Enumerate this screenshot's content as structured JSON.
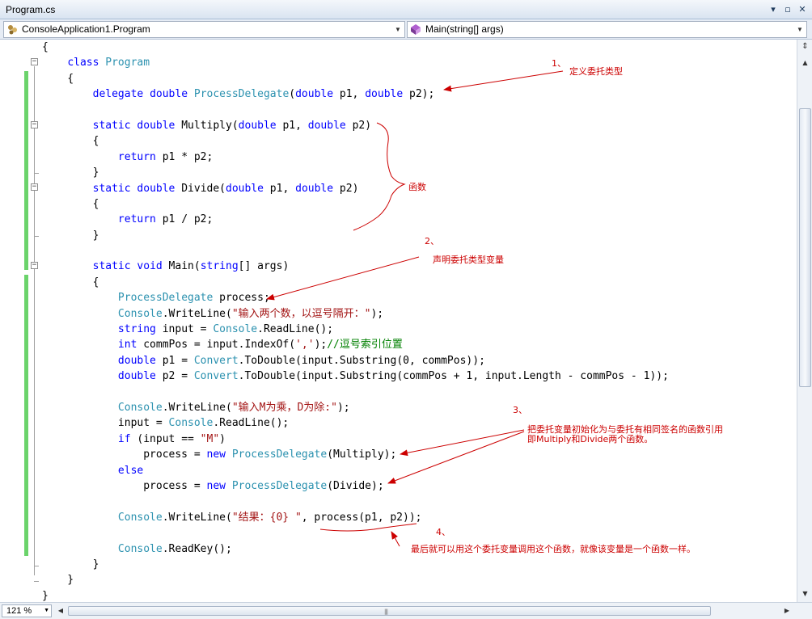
{
  "window": {
    "title": "Program.cs"
  },
  "navbar": {
    "type_combo": "ConsoleApplication1.Program",
    "member_combo": "Main(string[] args)"
  },
  "code_lines": [
    [
      [
        "t",
        "{"
      ]
    ],
    [
      [
        "t",
        "    "
      ],
      [
        "kw",
        "class"
      ],
      [
        "t",
        " "
      ],
      [
        "ty",
        "Program"
      ]
    ],
    [
      [
        "t",
        "    {"
      ]
    ],
    [
      [
        "t",
        "        "
      ],
      [
        "kw",
        "delegate"
      ],
      [
        "t",
        " "
      ],
      [
        "kw",
        "double"
      ],
      [
        "t",
        " "
      ],
      [
        "ty",
        "ProcessDelegate"
      ],
      [
        "t",
        "("
      ],
      [
        "kw",
        "double"
      ],
      [
        "t",
        " p1, "
      ],
      [
        "kw",
        "double"
      ],
      [
        "t",
        " p2);"
      ]
    ],
    [
      [
        "t",
        ""
      ]
    ],
    [
      [
        "t",
        "        "
      ],
      [
        "kw",
        "static"
      ],
      [
        "t",
        " "
      ],
      [
        "kw",
        "double"
      ],
      [
        "t",
        " Multiply("
      ],
      [
        "kw",
        "double"
      ],
      [
        "t",
        " p1, "
      ],
      [
        "kw",
        "double"
      ],
      [
        "t",
        " p2)"
      ]
    ],
    [
      [
        "t",
        "        {"
      ]
    ],
    [
      [
        "t",
        "            "
      ],
      [
        "kw",
        "return"
      ],
      [
        "t",
        " p1 * p2;"
      ]
    ],
    [
      [
        "t",
        "        }"
      ]
    ],
    [
      [
        "t",
        "        "
      ],
      [
        "kw",
        "static"
      ],
      [
        "t",
        " "
      ],
      [
        "kw",
        "double"
      ],
      [
        "t",
        " Divide("
      ],
      [
        "kw",
        "double"
      ],
      [
        "t",
        " p1, "
      ],
      [
        "kw",
        "double"
      ],
      [
        "t",
        " p2)"
      ]
    ],
    [
      [
        "t",
        "        {"
      ]
    ],
    [
      [
        "t",
        "            "
      ],
      [
        "kw",
        "return"
      ],
      [
        "t",
        " p1 / p2;"
      ]
    ],
    [
      [
        "t",
        "        }"
      ]
    ],
    [
      [
        "t",
        ""
      ]
    ],
    [
      [
        "t",
        "        "
      ],
      [
        "kw",
        "static"
      ],
      [
        "t",
        " "
      ],
      [
        "kw",
        "void"
      ],
      [
        "t",
        " Main("
      ],
      [
        "kw",
        "string"
      ],
      [
        "t",
        "[] args)"
      ]
    ],
    [
      [
        "t",
        "        {"
      ]
    ],
    [
      [
        "t",
        "            "
      ],
      [
        "ty",
        "ProcessDelegate"
      ],
      [
        "t",
        " process;"
      ]
    ],
    [
      [
        "t",
        "            "
      ],
      [
        "ty",
        "Console"
      ],
      [
        "t",
        ".WriteLine("
      ],
      [
        "str",
        "\"输入两个数，以逗号隔开：\""
      ],
      [
        "t",
        ");"
      ]
    ],
    [
      [
        "t",
        "            "
      ],
      [
        "kw",
        "string"
      ],
      [
        "t",
        " input = "
      ],
      [
        "ty",
        "Console"
      ],
      [
        "t",
        ".ReadLine();"
      ]
    ],
    [
      [
        "t",
        "            "
      ],
      [
        "kw",
        "int"
      ],
      [
        "t",
        " commPos = input.IndexOf("
      ],
      [
        "str",
        "','"
      ],
      [
        "t",
        ");"
      ],
      [
        "cm",
        "//逗号索引位置"
      ]
    ],
    [
      [
        "t",
        "            "
      ],
      [
        "kw",
        "double"
      ],
      [
        "t",
        " p1 = "
      ],
      [
        "ty",
        "Convert"
      ],
      [
        "t",
        ".ToDouble(input.Substring(0, commPos));"
      ]
    ],
    [
      [
        "t",
        "            "
      ],
      [
        "kw",
        "double"
      ],
      [
        "t",
        " p2 = "
      ],
      [
        "ty",
        "Convert"
      ],
      [
        "t",
        ".ToDouble(input.Substring(commPos + 1, input.Length - commPos - 1));"
      ]
    ],
    [
      [
        "t",
        ""
      ]
    ],
    [
      [
        "t",
        "            "
      ],
      [
        "ty",
        "Console"
      ],
      [
        "t",
        ".WriteLine("
      ],
      [
        "str",
        "\"输入M为乘，D为除:\""
      ],
      [
        "t",
        ");"
      ]
    ],
    [
      [
        "t",
        "            input = "
      ],
      [
        "ty",
        "Console"
      ],
      [
        "t",
        ".ReadLine();"
      ]
    ],
    [
      [
        "t",
        "            "
      ],
      [
        "kw",
        "if"
      ],
      [
        "t",
        " (input == "
      ],
      [
        "str",
        "\"M\""
      ],
      [
        "t",
        ")"
      ]
    ],
    [
      [
        "t",
        "                process = "
      ],
      [
        "kw",
        "new"
      ],
      [
        "t",
        " "
      ],
      [
        "ty",
        "ProcessDelegate"
      ],
      [
        "t",
        "(Multiply);"
      ]
    ],
    [
      [
        "t",
        "            "
      ],
      [
        "kw",
        "else"
      ]
    ],
    [
      [
        "t",
        "                process = "
      ],
      [
        "kw",
        "new"
      ],
      [
        "t",
        " "
      ],
      [
        "ty",
        "ProcessDelegate"
      ],
      [
        "t",
        "(Divide);"
      ]
    ],
    [
      [
        "t",
        ""
      ]
    ],
    [
      [
        "t",
        "            "
      ],
      [
        "ty",
        "Console"
      ],
      [
        "t",
        ".WriteLine("
      ],
      [
        "str",
        "\"结果：{0} \""
      ],
      [
        "t",
        ", process(p1, p2));"
      ]
    ],
    [
      [
        "t",
        ""
      ]
    ],
    [
      [
        "t",
        "            "
      ],
      [
        "ty",
        "Console"
      ],
      [
        "t",
        ".ReadKey();"
      ]
    ],
    [
      [
        "t",
        "        }"
      ]
    ],
    [
      [
        "t",
        "    }"
      ]
    ],
    [
      [
        "t",
        "}"
      ]
    ]
  ],
  "annotations": {
    "a1_num": "1、",
    "a1_text": "定义委托类型",
    "a_func": "函数",
    "a2_num": "2、",
    "a2_text": "声明委托类型变量",
    "a3_num": "3、",
    "a3_text_1": "把委托变量初始化为与委托有相同签名的函数引用",
    "a3_text_2": "即Multiply和Divide两个函数。",
    "a4_num": "4、",
    "a4_text": "最后就可以用这个委托变量调用这个函数，就像该变量是一个函数一样。"
  },
  "statusbar": {
    "zoom": "121 %"
  },
  "colors": {
    "keyword": "#0000ff",
    "type": "#2b91af",
    "string": "#a31515",
    "comment": "#008000",
    "annotation": "#cc0000",
    "change_bar": "#6bd36b"
  }
}
